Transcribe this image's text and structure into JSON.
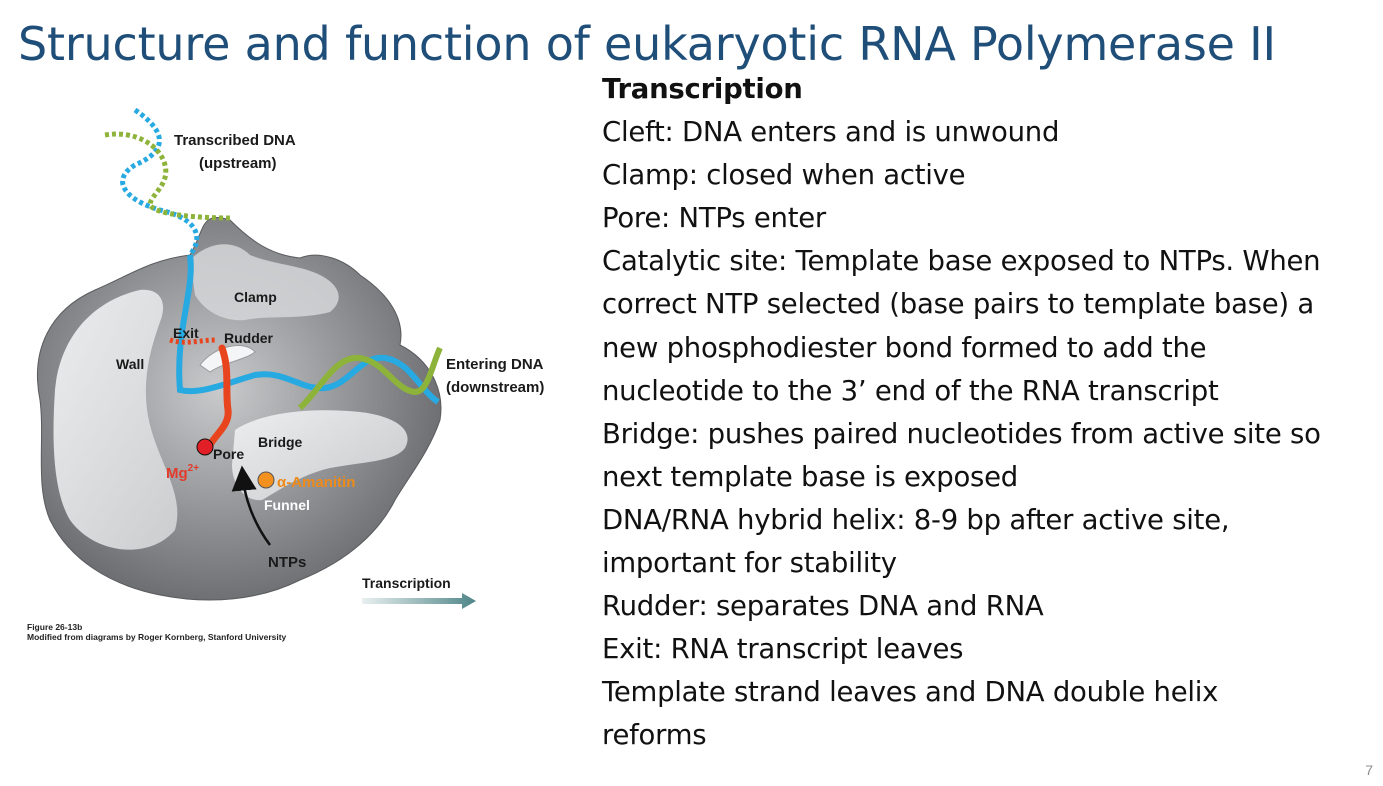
{
  "slide": {
    "title": "Structure and function of eukaryotic RNA Polymerase II",
    "page_number": "7"
  },
  "figure": {
    "labels": {
      "transcribed_dna": "Transcribed DNA",
      "upstream": "(upstream)",
      "clamp": "Clamp",
      "exit": "Exit",
      "rudder": "Rudder",
      "wall": "Wall",
      "entering_dna": "Entering DNA",
      "downstream": "(downstream)",
      "bridge": "Bridge",
      "pore": "Pore",
      "mg": "Mg",
      "mg_charge": "2+",
      "alpha_amanitin": "α-Amanitin",
      "funnel": "Funnel",
      "ntps": "NTPs",
      "transcription": "Transcription"
    },
    "caption_line1": "Figure 26-13b",
    "caption_line2": "Modified from diagrams by Roger Kornberg, Stanford University",
    "colors": {
      "protein": "#7e7f82",
      "protein_light": "#e6e7e9",
      "dna_template": "#27a9e1",
      "dna_nontemplate": "#8db33a",
      "rna": "#e8451e",
      "magnesium": "#e21f26",
      "amanitin": "#f29120",
      "arrow_transcription": "#5a8a8c"
    }
  },
  "text": {
    "heading": "Transcription",
    "lines": [
      "Cleft: DNA enters and is unwound",
      "Clamp: closed when active",
      "Pore: NTPs enter",
      "Catalytic site: Template base exposed to NTPs. When",
      "correct NTP selected (base pairs to template base) a",
      "new phosphodiester bond formed to add the",
      "nucleotide to the 3’ end of the RNA transcript",
      "Bridge: pushes paired nucleotides from active site so",
      "next template base is exposed",
      "DNA/RNA hybrid helix: 8-9 bp after active site,",
      "important for stability",
      "Rudder: separates DNA and RNA",
      "Exit: RNA transcript leaves",
      "Template strand leaves and DNA double helix",
      "reforms"
    ]
  }
}
